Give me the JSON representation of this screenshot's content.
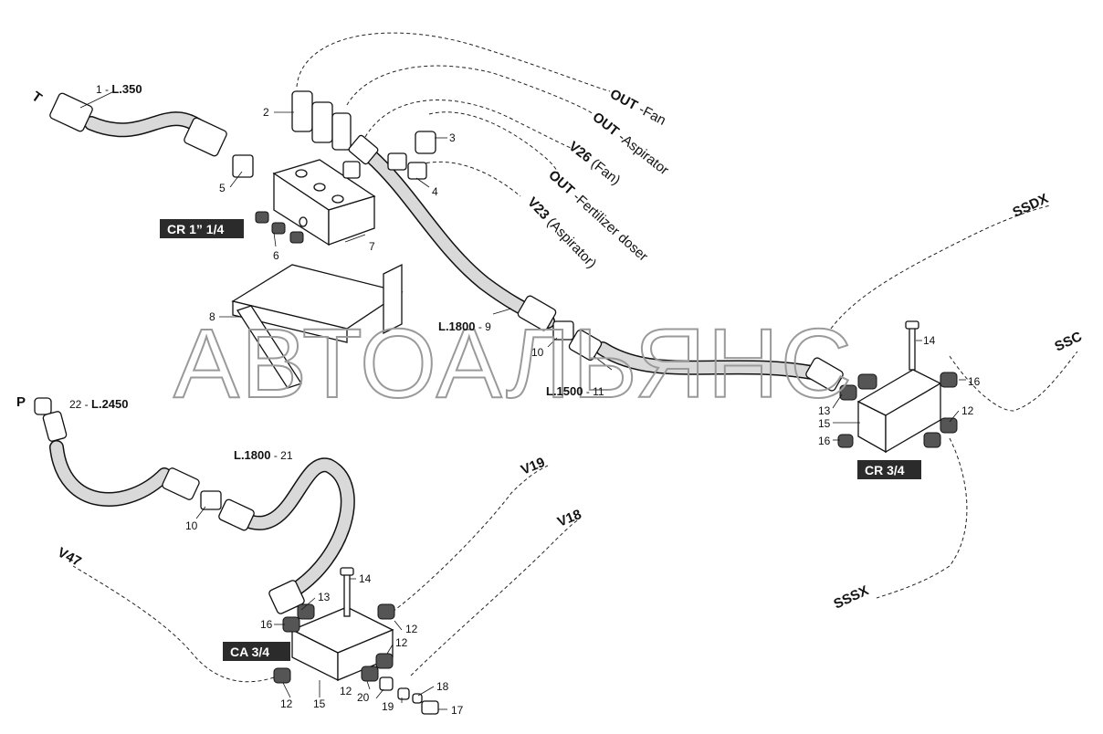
{
  "watermark": "АВТОАЛЬЯНС",
  "blocks": {
    "cr_1_1_4": "CR 1” 1/4",
    "cr_3_4": "CR 3/4",
    "ca_3_4": "CA 3/4"
  },
  "ports": {
    "t": "T",
    "p": "P"
  },
  "hoses": {
    "h1": {
      "num": "1 - ",
      "len": "L.350"
    },
    "h9": {
      "len": "L.1800",
      "num": " - 9"
    },
    "h11": {
      "len": "L.1500",
      "num": " - 11"
    },
    "h21": {
      "len": "L.1800",
      "num": " - 21"
    },
    "h22": {
      "num": "22 - ",
      "len": "L.2450"
    }
  },
  "outputs": [
    {
      "code": "OUT",
      "desc": " -Fan"
    },
    {
      "code": "OUT",
      "desc": " -Aspirator"
    },
    {
      "code": "V26",
      "desc": " (Fan)"
    },
    {
      "code": "OUT",
      "desc": " -Fertilizer doser"
    },
    {
      "code": "V23",
      "desc": " (Aspirator)"
    }
  ],
  "lines": {
    "ssdx": "SSDX",
    "ssc": "SSC",
    "sssx": "SSSX",
    "v19": "V19",
    "v18": "V18",
    "v47": "V47"
  },
  "callouts": {
    "c2": "2",
    "c3": "3",
    "c4": "4",
    "c5": "5",
    "c6": "6",
    "c7": "7",
    "c8": "8",
    "c10a": "10",
    "c14a": "14",
    "c16a": "16",
    "c13a": "13",
    "c15a": "15",
    "c16b": "16",
    "c12a": "12",
    "c10b": "10",
    "c14b": "14",
    "c13b": "13",
    "c16c": "16",
    "c12b": "12",
    "c12c": "12",
    "c12d": "12",
    "c15b": "15",
    "c12e": "12",
    "c20": "20",
    "c19": "19",
    "c18": "18",
    "c17": "17"
  }
}
